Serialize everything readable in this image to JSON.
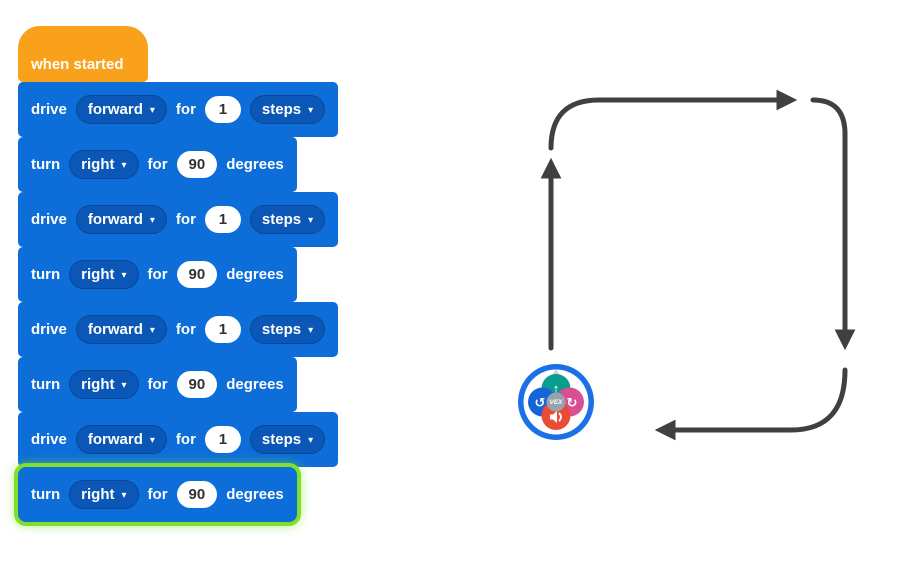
{
  "program": {
    "chevron": "▾",
    "colors": {
      "block_blue": "#0d6ed9",
      "dropdown_blue": "#0b57b7",
      "hat_orange": "#f9a11b",
      "highlight_green": "#7fe02b"
    },
    "hat": {
      "label": "when started"
    },
    "highlighted_index": 7,
    "blocks": [
      {
        "verb": "drive",
        "direction": "forward",
        "for_label": "for",
        "value": "1",
        "unit": "steps"
      },
      {
        "verb": "turn",
        "direction": "right",
        "for_label": "for",
        "value": "90",
        "unit": "degrees"
      },
      {
        "verb": "drive",
        "direction": "forward",
        "for_label": "for",
        "value": "1",
        "unit": "steps"
      },
      {
        "verb": "turn",
        "direction": "right",
        "for_label": "for",
        "value": "90",
        "unit": "degrees"
      },
      {
        "verb": "drive",
        "direction": "forward",
        "for_label": "for",
        "value": "1",
        "unit": "steps"
      },
      {
        "verb": "turn",
        "direction": "right",
        "for_label": "for",
        "value": "90",
        "unit": "degrees"
      },
      {
        "verb": "drive",
        "direction": "forward",
        "for_label": "for",
        "value": "1",
        "unit": "steps"
      },
      {
        "verb": "turn",
        "direction": "right",
        "for_label": "for",
        "value": "90",
        "unit": "degrees"
      }
    ]
  },
  "diagram": {
    "path_color": "#3f4040",
    "robot": {
      "label": "VEX",
      "body_color": "#1a70e4",
      "petal_up_color": "#0a9d8e",
      "petal_right_color": "#d94f93",
      "petal_down_color": "#ea4b35",
      "petal_left_color": "#1565d8",
      "icons": {
        "up": "↑",
        "turn_left": "↺",
        "turn_right": "↻"
      }
    }
  }
}
